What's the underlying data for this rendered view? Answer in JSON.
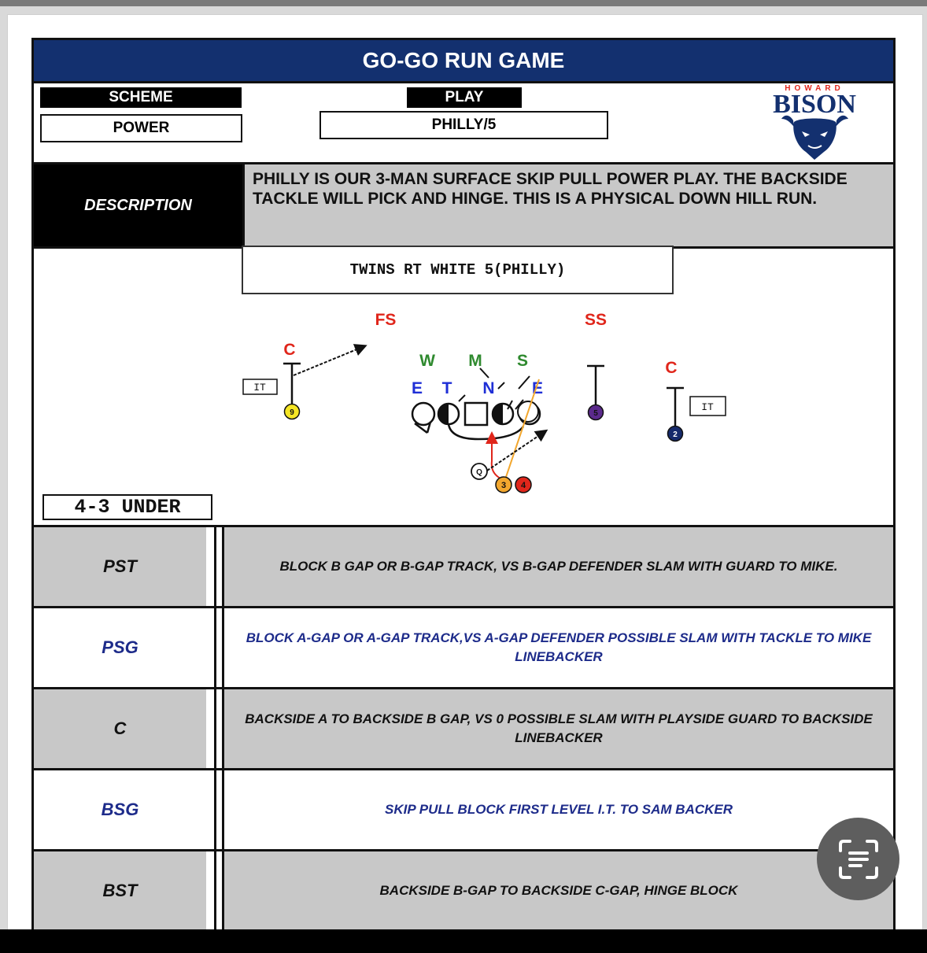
{
  "header": {
    "title": "GO-GO RUN GAME"
  },
  "scheme": {
    "label": "SCHEME",
    "value": "POWER"
  },
  "play": {
    "label": "PLAY",
    "value": "PHILLY/5"
  },
  "logo": {
    "top_text": "HOWARD",
    "main_text": "BISON",
    "icon": "bison-head-icon"
  },
  "description": {
    "label": "DESCRIPTION",
    "text": "PHILLY IS OUR 3-MAN SURFACE SKIP PULL POWER PLAY. THE BACKSIDE TACKLE WILL PICK AND HINGE. THIS IS A PHYSICAL DOWN HILL RUN."
  },
  "diagram": {
    "formation": "TWINS RT WHITE 5(PHILLY)",
    "defense": "4-3 UNDER",
    "defenders": {
      "fs": "FS",
      "ss": "SS",
      "c_left": "C",
      "c_right": "C",
      "w": "W",
      "m": "M",
      "s": "S",
      "e_left": "E",
      "t": "T",
      "n": "N",
      "e_right": "E"
    },
    "tags": {
      "it_left": "IT",
      "it_right": "IT"
    },
    "players": {
      "wr9": "9",
      "wr5": "5",
      "wr2": "2",
      "qb": "Q",
      "rb3": "3",
      "rb4": "4"
    },
    "colors": {
      "safety_red": "#e0261b",
      "lb_green": "#2f8a2f",
      "dl_blue": "#1f2fd6",
      "yellow": "#f5e625",
      "purple": "#5b2a8c",
      "navy": "#162a6b",
      "orange": "#f2a72e",
      "red": "#e0261b"
    }
  },
  "assignments": [
    {
      "pos": "PST",
      "text": "BLOCK B GAP OR B-GAP TRACK, VS B-GAP DEFENDER SLAM WITH GUARD TO MIKE."
    },
    {
      "pos": "PSG",
      "text": "BLOCK A-GAP OR A-GAP TRACK,VS A-GAP DEFENDER POSSIBLE SLAM WITH TACKLE TO MIKE LINEBACKER"
    },
    {
      "pos": "C",
      "text": "BACKSIDE A TO BACKSIDE B GAP, VS 0 POSSIBLE SLAM WITH PLAYSIDE GUARD TO BACKSIDE LINEBACKER"
    },
    {
      "pos": "BSG",
      "text": "SKIP PULL BLOCK FIRST LEVEL I.T. TO SAM BACKER"
    },
    {
      "pos": "BST",
      "text": "BACKSIDE B-GAP TO BACKSIDE C-GAP, HINGE BLOCK"
    }
  ],
  "overlay": {
    "scan_icon": "live-text-scan-icon"
  }
}
